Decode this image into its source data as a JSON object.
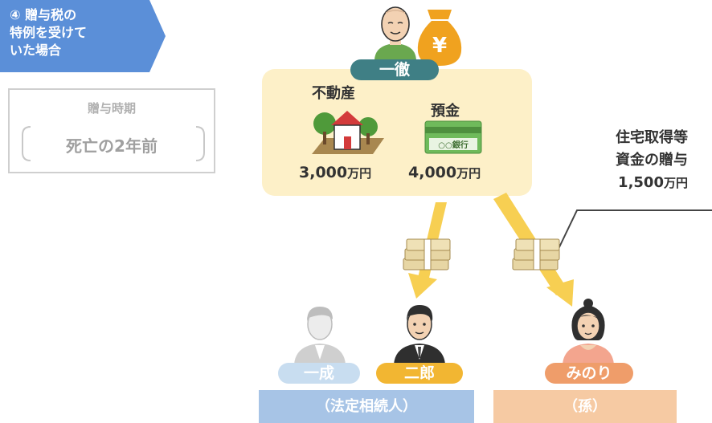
{
  "tag": {
    "title_line1": "④ 贈与税の",
    "title_line2": "特例を受けて",
    "title_line3": "いた場合",
    "color": "#5b8fd8"
  },
  "timing": {
    "label": "贈与時期",
    "value": "死亡の2年前"
  },
  "grantor": {
    "name": "一徹",
    "pill_color": "#3f7f85"
  },
  "assets": [
    {
      "label": "不動産",
      "icon": "house-icon",
      "amount": "3,000",
      "unit": "万円"
    },
    {
      "label": "預金",
      "icon": "bankbook-icon",
      "amount": "4,000",
      "unit": "万円"
    }
  ],
  "bankbook_text": "○○銀行",
  "money_bag_symbol": "¥",
  "gift_note": {
    "line1": "住宅取得等",
    "line2": "資金の贈与",
    "amount": "1,500",
    "unit": "万円"
  },
  "heirs": [
    {
      "name": "一成",
      "pill_color": "#c8ddf0",
      "faded": true
    },
    {
      "name": "二郎",
      "pill_color": "#f2b632",
      "faded": false
    },
    {
      "name": "みのり",
      "pill_color": "#ef9d6a",
      "faded": false
    }
  ],
  "groups": [
    {
      "label": "（法定相続人）",
      "color": "#a7c4e6"
    },
    {
      "label": "（孫）",
      "color": "#f6caa3"
    }
  ]
}
